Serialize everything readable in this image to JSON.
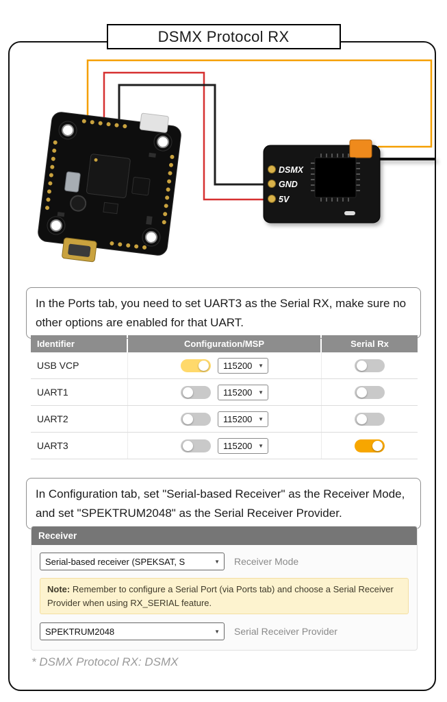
{
  "title": "DSMX Protocol RX",
  "colors": {
    "accent": "#f7a600",
    "msp_on": "#ffd96b",
    "wire_signal": "#f59f00",
    "wire_power": "#d63030",
    "wire_ground": "#1f1f1f",
    "note_bg": "#fdf3cf"
  },
  "diagram": {
    "receiver_pads": [
      "DSMX",
      "GND",
      "5V"
    ]
  },
  "ports": {
    "instruction": "In the Ports tab, you need to set UART3 as the Serial RX, make sure no other options are enabled for that UART.",
    "table": {
      "headers": [
        "Identifier",
        "Configuration/MSP",
        "Serial Rx"
      ],
      "rows": [
        {
          "identifier": "USB VCP",
          "msp_enabled": true,
          "baud": "115200",
          "serial_rx": false
        },
        {
          "identifier": "UART1",
          "msp_enabled": false,
          "baud": "115200",
          "serial_rx": false
        },
        {
          "identifier": "UART2",
          "msp_enabled": false,
          "baud": "115200",
          "serial_rx": false
        },
        {
          "identifier": "UART3",
          "msp_enabled": false,
          "baud": "115200",
          "serial_rx": true
        }
      ]
    }
  },
  "config": {
    "instruction": "In Configuration tab, set \"Serial-based Receiver\" as the Receiver Mode, and set \"SPEKTRUM2048\" as the Serial Receiver Provider.",
    "panel_title": "Receiver",
    "receiver_mode_value": "Serial-based receiver (SPEKSAT, S",
    "receiver_mode_label": "Receiver Mode",
    "note_prefix": "Note:",
    "note_text": " Remember to configure a Serial Port (via Ports tab) and choose a Serial Receiver Provider when using RX_SERIAL feature.",
    "provider_value": "SPEKTRUM2048",
    "provider_label": "Serial Receiver Provider"
  },
  "footer": "* DSMX Protocol RX: DSMX"
}
